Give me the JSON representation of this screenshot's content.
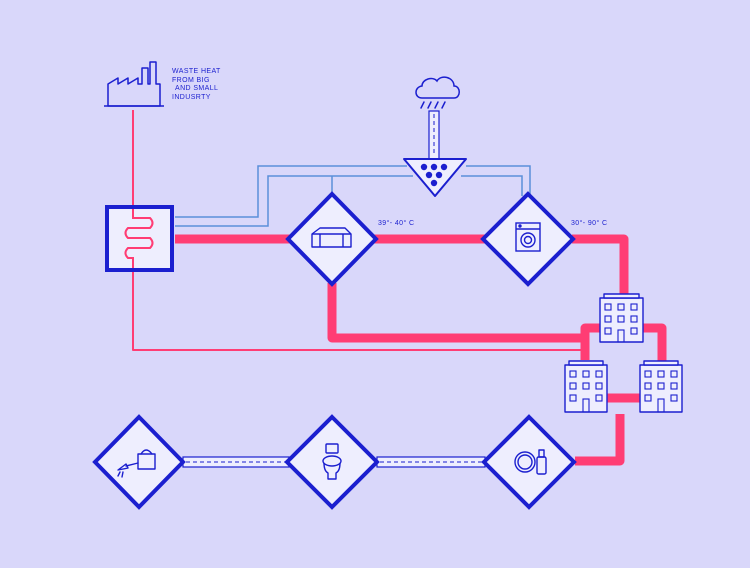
{
  "labels": {
    "waste_heat_line1": "WASTE HEAT",
    "waste_heat_line2": "FROM BIG",
    "waste_heat_line3": "AND SMALL",
    "waste_heat_line4": "INDUSRTY",
    "temp_shower": "39°- 40° C",
    "temp_washing": "30°- 90° C"
  },
  "colors": {
    "background": "#d9d7fa",
    "primary_blue": "#1b1fcf",
    "pipe_light_blue": "#5b8fd9",
    "heat_pink": "#ff3d74"
  },
  "icons": [
    "factory-icon",
    "rain-cloud-icon",
    "water-collector-icon",
    "heat-exchanger-icon",
    "bathtub-icon",
    "washing-machine-icon",
    "apartment-building-icon",
    "watering-can-icon",
    "toilet-icon",
    "dishes-icon"
  ]
}
